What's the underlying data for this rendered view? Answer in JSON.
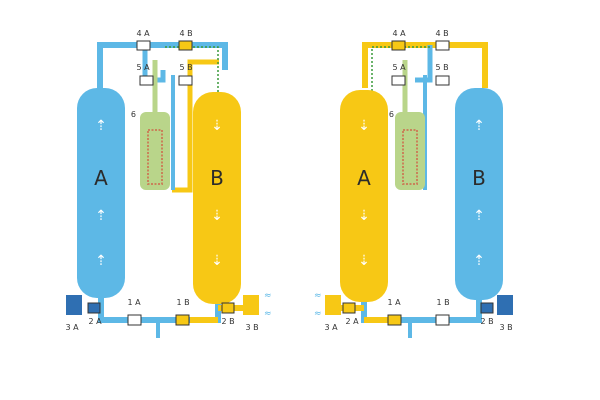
{
  "colors": {
    "blue": "#5db8e6",
    "blue_dark": "#2f6fb2",
    "yellow": "#f7c815",
    "green": "#b9d58a",
    "green_dash": "#3a9a3a",
    "coil": "#c9825a",
    "arrow": "#ffffff",
    "text": "#333333"
  },
  "diagrams": [
    {
      "vessel_a_label": "A",
      "vessel_b_label": "B",
      "valve_labels": {
        "v4a": "4 A",
        "v4b": "4 B",
        "v5a": "5 A",
        "v5b": "5 B",
        "v1a": "1 A",
        "v1b": "1 B",
        "v2a": "2 A",
        "v2b": "2 B",
        "v3a": "3 A",
        "v3b": "3 B"
      },
      "heater_label": "6",
      "vessel_a_state": "drying",
      "vessel_b_state": "regenerating"
    },
    {
      "vessel_a_label": "A",
      "vessel_b_label": "B",
      "valve_labels": {
        "v4a": "4 A",
        "v4b": "4 B",
        "v5a": "5 A",
        "v5b": "5 B",
        "v1a": "1 A",
        "v1b": "1 B",
        "v2a": "2 A",
        "v2b": "2 B",
        "v3a": "3 A",
        "v3b": "3 B"
      },
      "heater_label": "6",
      "vessel_a_state": "regenerating",
      "vessel_b_state": "drying"
    }
  ]
}
